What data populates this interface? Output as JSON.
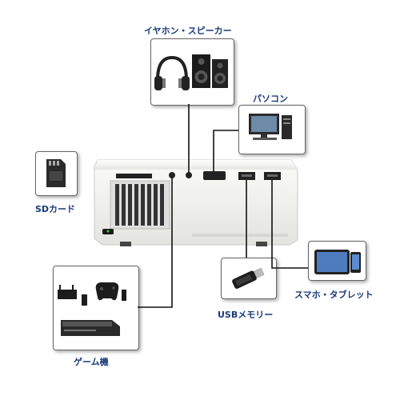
{
  "labels": {
    "earphone_speaker": "イヤホン・スピーカー",
    "pc": "パソコン",
    "sd_card": "SDカード",
    "game_console": "ゲーム機",
    "usb_memory": "USBメモリー",
    "smartphone_tablet": "スマホ・タブレット"
  },
  "colors": {
    "label_text": "#1a3a7a",
    "cable": "#111111",
    "projector_body": "#f2f2f0",
    "box_border": "#666666"
  }
}
